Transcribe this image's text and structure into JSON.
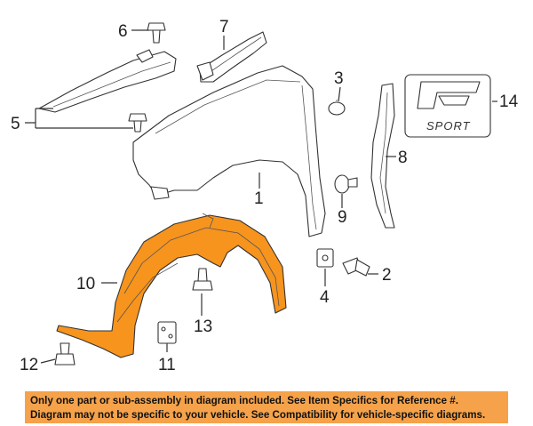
{
  "callouts": [
    "1",
    "2",
    "3",
    "4",
    "5",
    "6",
    "7",
    "8",
    "9",
    "10",
    "11",
    "12",
    "13",
    "14"
  ],
  "emblem_text": "SPORT",
  "highlight_color": "#f7941d",
  "notice": {
    "line1": "Only one part or sub-assembly in diagram included. See Item Specifics for Reference #.",
    "line2": "Diagram may not be specific to your vehicle. See Compatibility for vehicle-specific diagrams."
  }
}
